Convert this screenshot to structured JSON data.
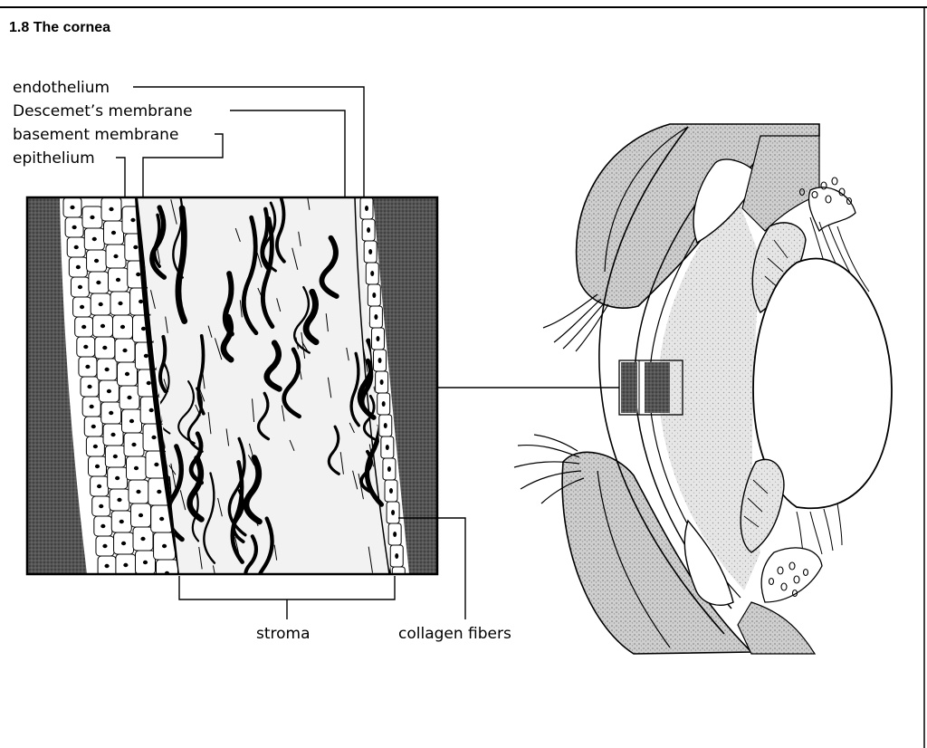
{
  "figure": {
    "title": "1.8 The cornea",
    "labels": {
      "endothelium": "endothelium",
      "descemets_membrane": "Descemet’s membrane",
      "basement_membrane": "basement membrane",
      "epithelium": "epithelium",
      "stroma": "stroma",
      "collagen_fibers": "collagen fibers"
    }
  }
}
